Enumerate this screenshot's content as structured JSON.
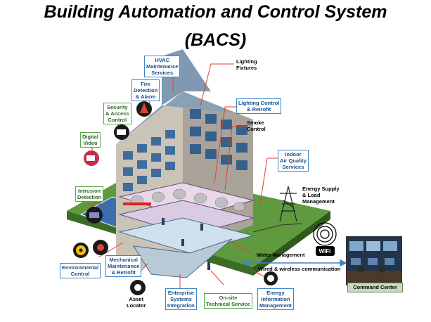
{
  "title": {
    "line1": "Building Automation and Control System",
    "line2": "(BACS)"
  },
  "labels": {
    "hvac": "HVAC\nMaintenance\nServices",
    "lighting_fixtures": "Lighting\nFixtures",
    "fire": "Fire\nDetection\n& Alarm",
    "security": "Security\n& Access\nControl",
    "lighting_control": "Lighting Control\n& Retrofit",
    "smoke": "Smoke\nControl",
    "digital_video": "Digital\nVideo",
    "indoor_air": "Indoor\nAir Quality\nServices",
    "energy_supply": "Energy Supply\n& Load\nManagement",
    "intrusion": "Intrusion\nDetection",
    "water": "Water Management",
    "wired_wireless": "Wired & wireless communication",
    "environmental": "Environmental\nControl",
    "mechanical": "Mechanical\nMaintenance\n& Retrofit",
    "asset_locator": "Asset\nLocator",
    "enterprise": "Enterprise\nSystems\nIntegration",
    "onsite": "On-site\nTechnical Service",
    "energy_info": "Energy\nInformation\nManagement",
    "command_center": "Command Center",
    "wifi": "WiFi"
  }
}
